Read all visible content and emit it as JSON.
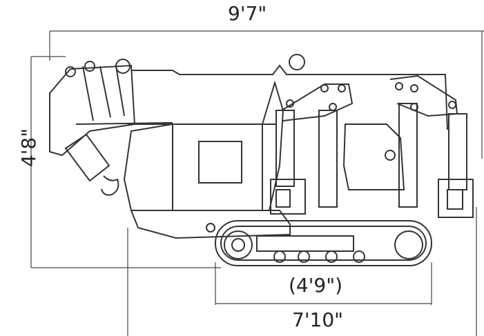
{
  "dimensions": {
    "overall_length": "9'7\"",
    "overall_height": "4'8\"",
    "track_length": "(4'9\")",
    "overall_width": "7'10\""
  },
  "colors": {
    "line": "#333333",
    "dim_line": "#444444",
    "background": "#ffffff"
  }
}
